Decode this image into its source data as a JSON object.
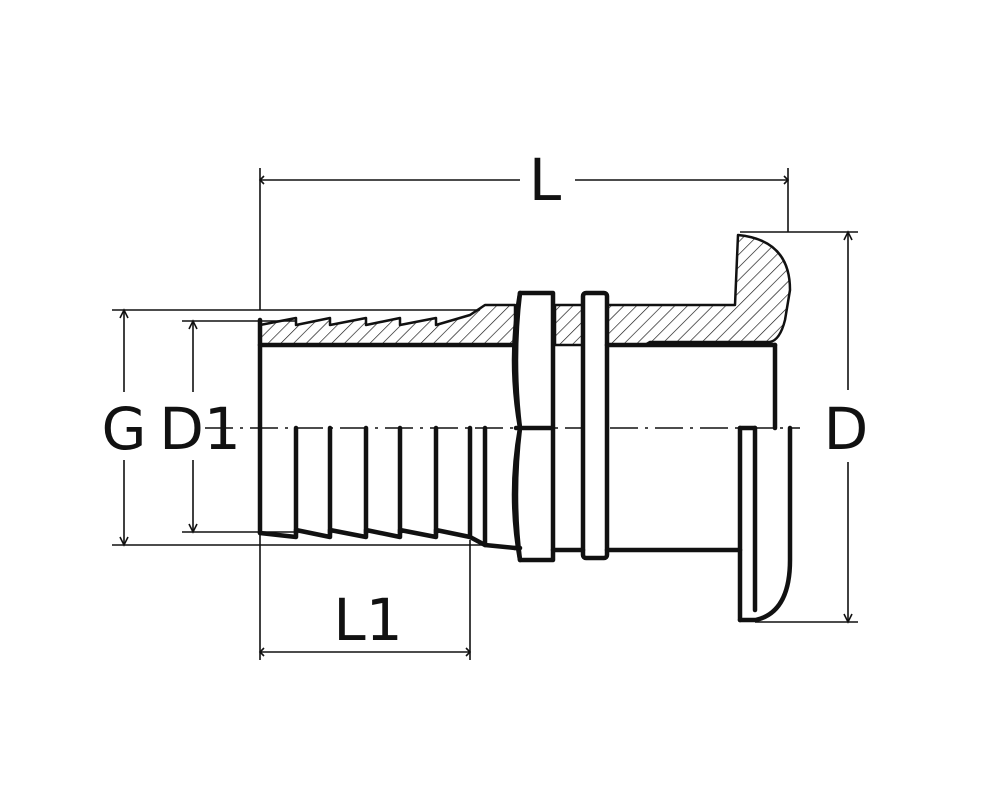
{
  "labels": {
    "L": "L",
    "L1": "L1",
    "G": "G",
    "D1": "D1",
    "D": "D"
  },
  "colors": {
    "line": "#111111",
    "background": "#ffffff"
  }
}
